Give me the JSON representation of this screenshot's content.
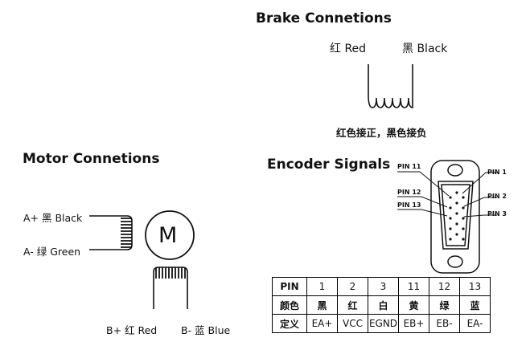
{
  "brake": {
    "title": "Brake Connetions",
    "wire_red_label": "红 Red",
    "wire_black_label": "黑 Black",
    "polarity_note": "红色接正，黑色接负"
  },
  "motor": {
    "title": "Motor Connetions",
    "a_plus_label": "A+ 黑 Black",
    "a_minus_label": "A- 绿 Green",
    "b_plus_label": "B+ 红 Red",
    "b_minus_label": "B- 蓝 Blue",
    "motor_symbol": "M"
  },
  "encoder": {
    "title": "Encoder Signals",
    "pin_labels": {
      "pin11": "PIN 11",
      "pin12": "PIN 12",
      "pin13": "PIN 13",
      "pin1": "PIN 1",
      "pin2": "PIN 2",
      "pin3": "PIN 3"
    },
    "table": {
      "row_headers": [
        "PIN",
        "颜色",
        "定义"
      ],
      "pins": [
        "1",
        "2",
        "3",
        "11",
        "12",
        "13"
      ],
      "colors": [
        "黑",
        "红",
        "白",
        "黄",
        "绿",
        "蓝"
      ],
      "definitions": [
        "EA+",
        "VCC",
        "EGND",
        "EB+",
        "EB-",
        "EA-"
      ]
    }
  }
}
